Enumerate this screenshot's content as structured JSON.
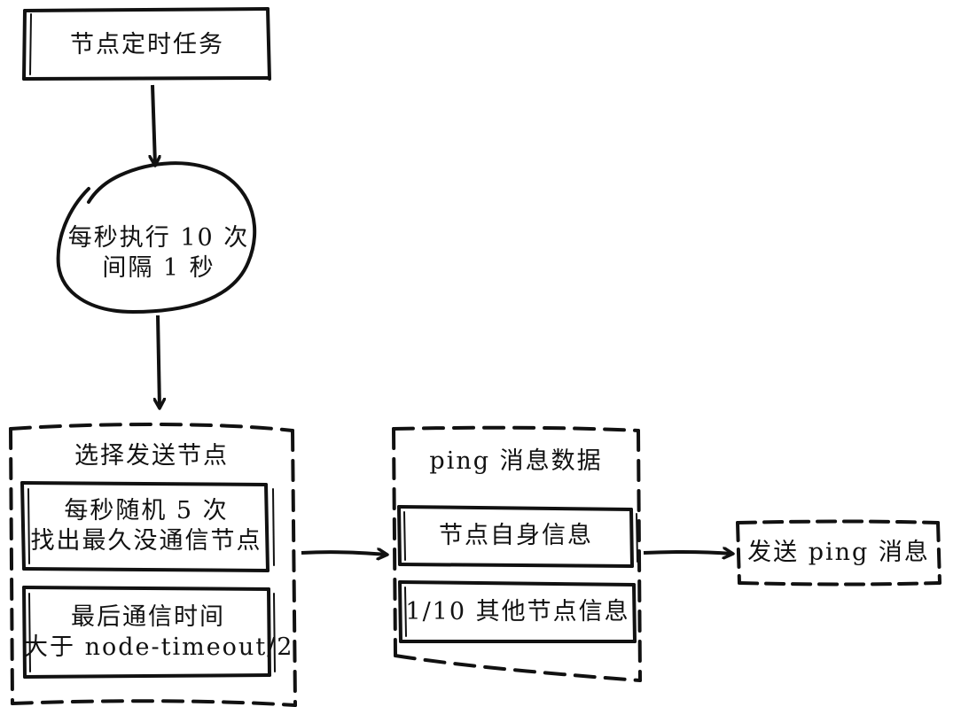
{
  "diagram": {
    "ink_color": "#111111",
    "background": "#ffffff",
    "nodes": {
      "task": {
        "label": "节点定时任务"
      },
      "schedule": {
        "lines": [
          "每秒执行 10 次",
          "间隔 1 秒"
        ]
      },
      "select": {
        "title": "选择发送节点",
        "rule1": {
          "lines": [
            "每秒随机 5 次",
            "找出最久没通信节点"
          ]
        },
        "rule2": {
          "lines": [
            "最后通信时间",
            "大于 node-timeout/2"
          ]
        }
      },
      "ping_data": {
        "title": "ping 消息数据",
        "self_info": "节点自身信息",
        "other_info": "1/10 其他节点信息"
      },
      "send": {
        "label": "发送 ping 消息"
      }
    }
  }
}
